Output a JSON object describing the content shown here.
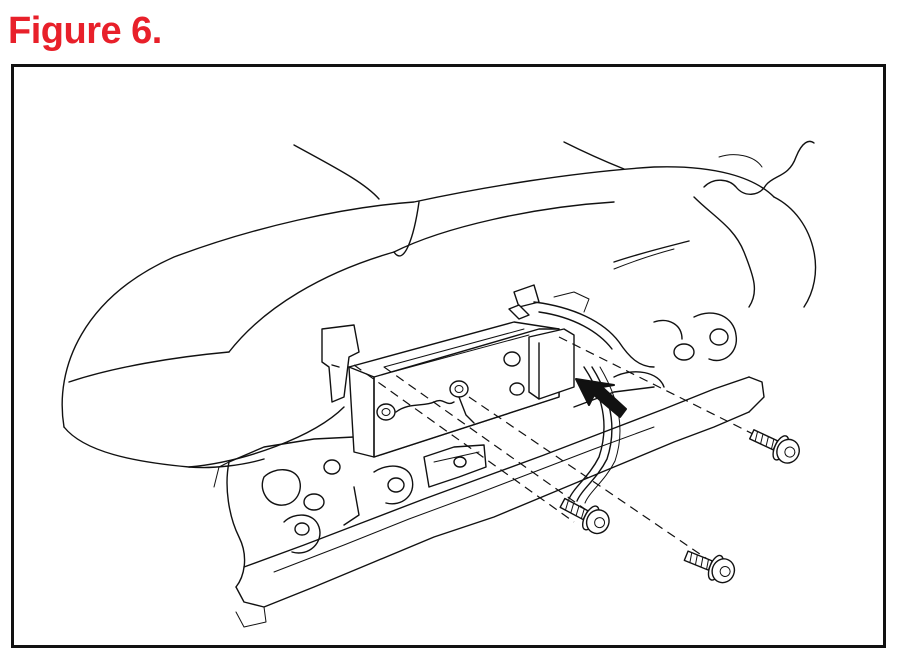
{
  "figure": {
    "title": "Figure 6.",
    "title_color": "#e8202a",
    "frame_color": "#111111",
    "line_color": "#111111"
  },
  "illustration": {
    "parts": [
      "seat-cushion",
      "seat-frame",
      "switch-module",
      "wire-harness",
      "screw",
      "insertion-arrow"
    ],
    "screw_count": 3
  }
}
